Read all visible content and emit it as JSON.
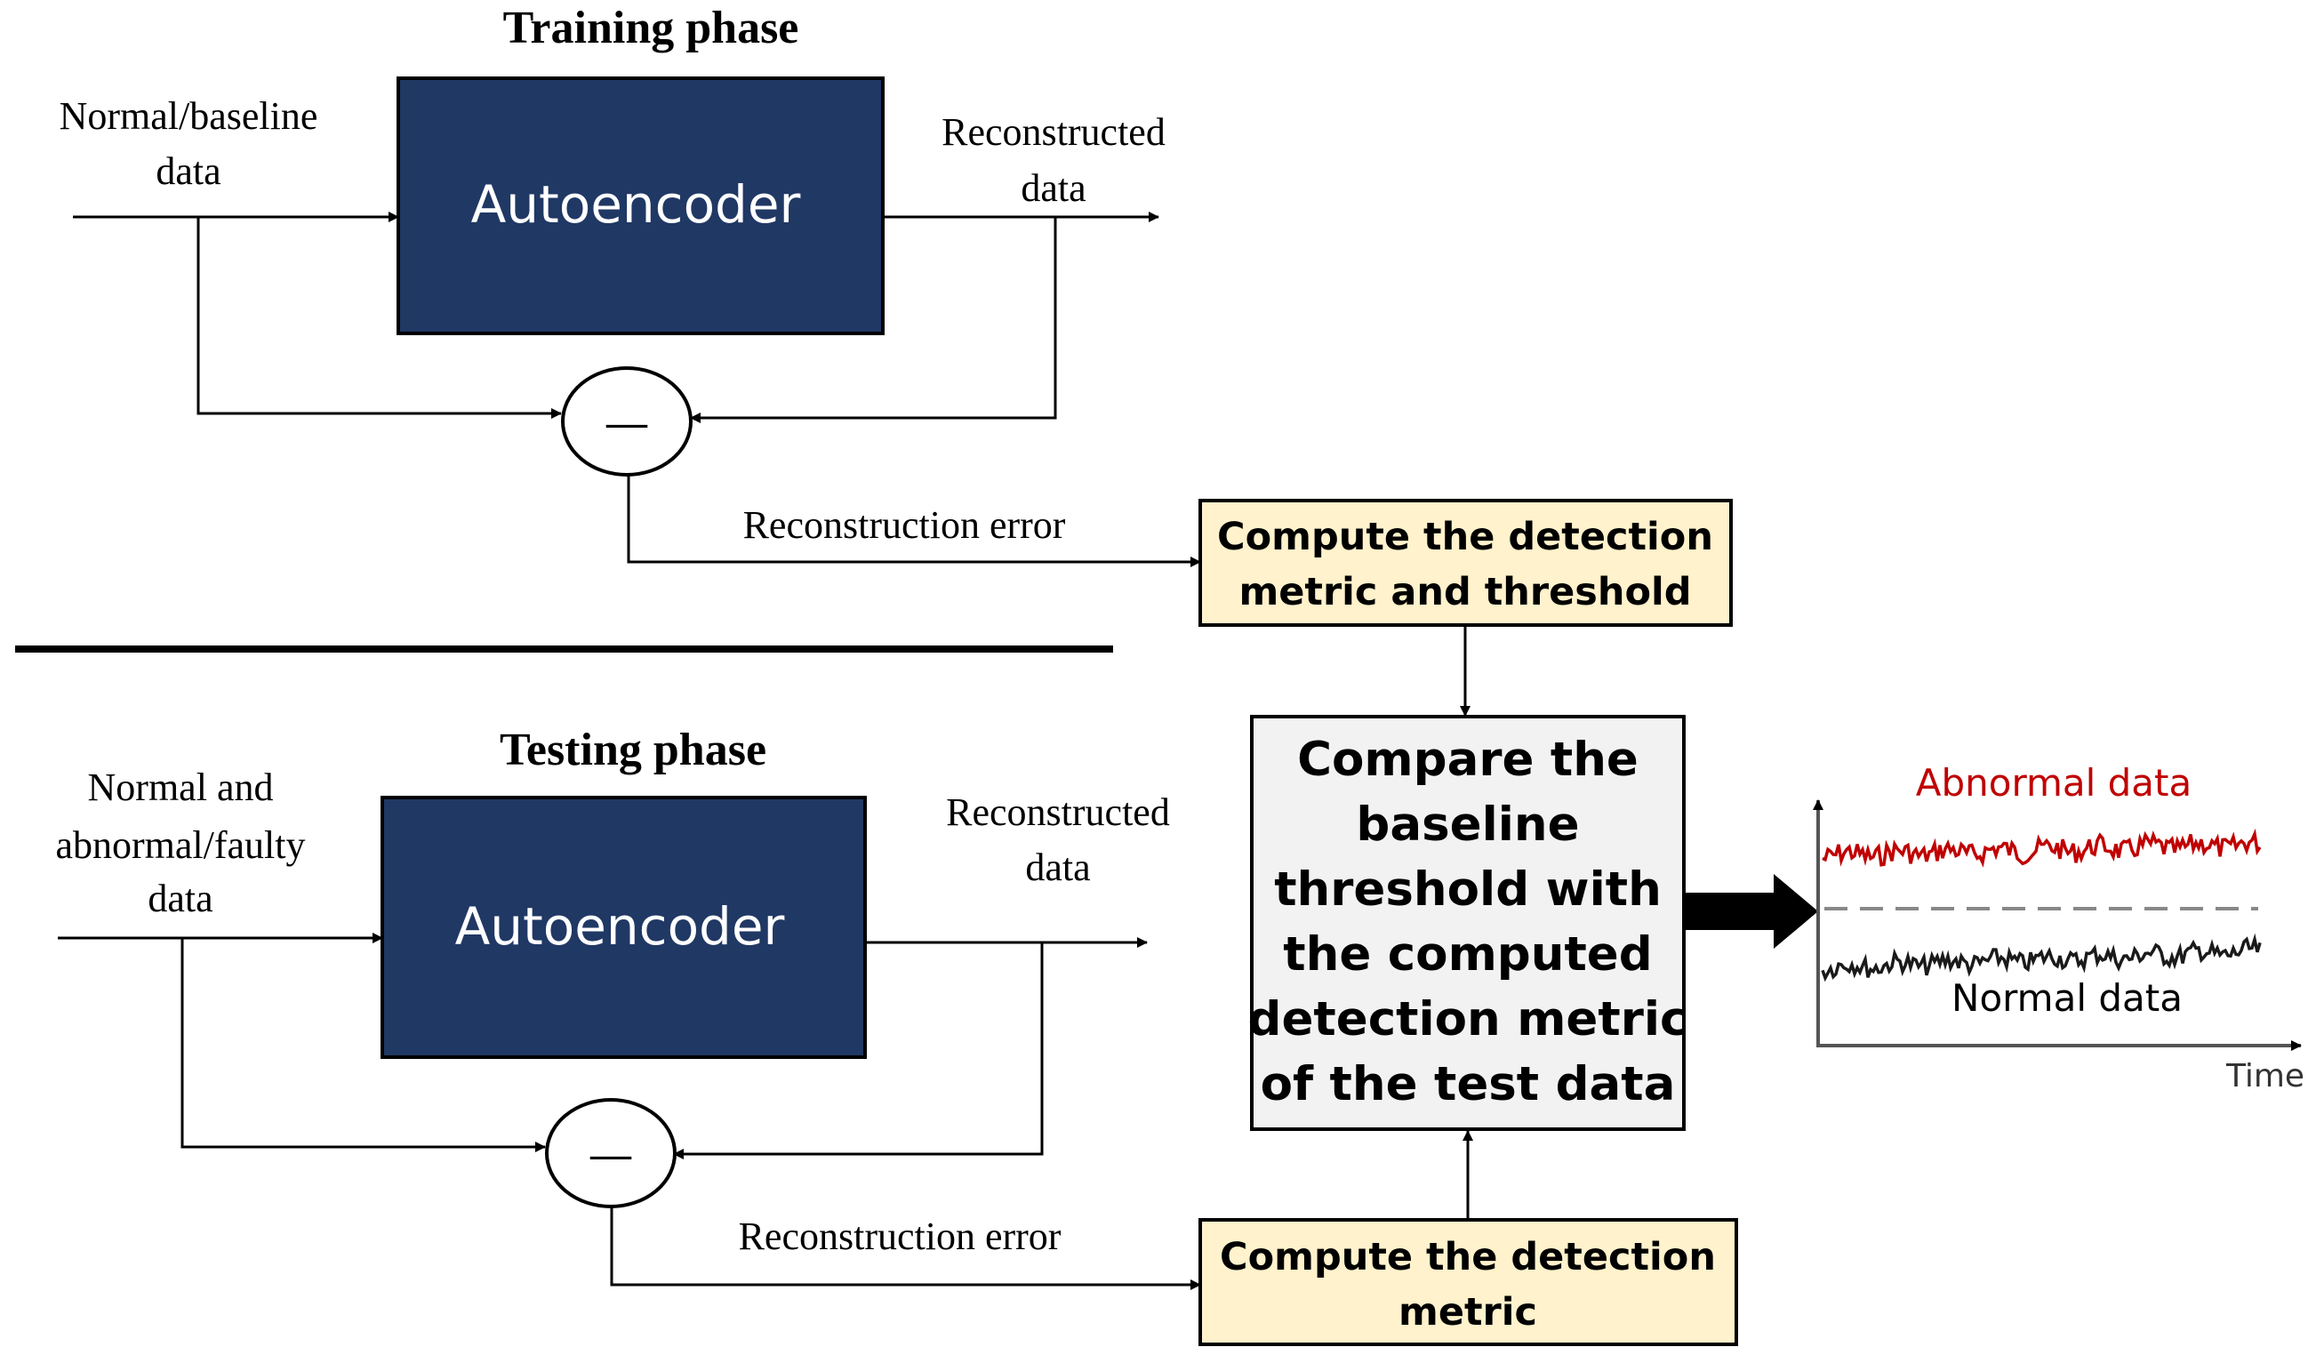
{
  "training": {
    "title": "Training phase",
    "input_label_line1": "Normal/baseline",
    "input_label_line2": "data",
    "autoencoder_label": "Autoencoder",
    "output_label_line1": "Reconstructed",
    "output_label_line2": "data",
    "subtract_symbol": "—",
    "error_label": "Reconstruction error",
    "metric_box_line1": "Compute the detection",
    "metric_box_line2": "metric and threshold"
  },
  "testing": {
    "title": "Testing phase",
    "input_label_line1": "Normal and",
    "input_label_line2": "abnormal/faulty",
    "input_label_line3": "data",
    "autoencoder_label": "Autoencoder",
    "output_label_line1": "Reconstructed",
    "output_label_line2": "data",
    "subtract_symbol": "—",
    "error_label": "Reconstruction error",
    "metric_box_line1": "Compute the detection",
    "metric_box_line2": "metric"
  },
  "compare_box": {
    "line1": "Compare the",
    "line2": "baseline",
    "line3": "threshold with",
    "line4": "the computed",
    "line5": "detection metric",
    "line6": "of the test data"
  },
  "plot": {
    "abnormal_label": "Abnormal data",
    "normal_label": "Normal data",
    "x_axis_label": "Time"
  },
  "colors": {
    "autoencoder_fill": "#203864",
    "metric_box_fill": "#FFF2CC",
    "compare_box_fill": "#F2F2F2",
    "abnormal": "#C00000",
    "normal": "#1A1A1A"
  }
}
